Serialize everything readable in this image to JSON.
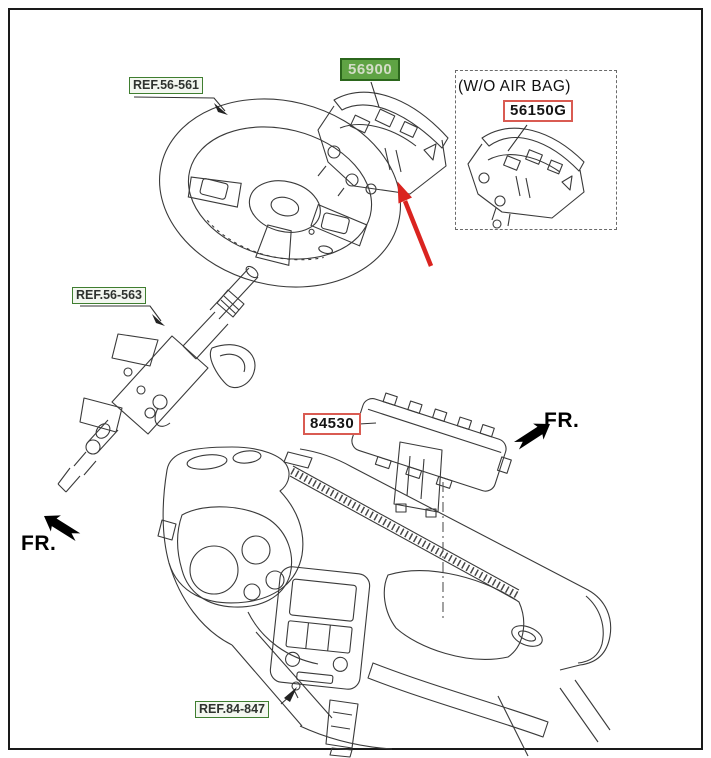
{
  "diagram": {
    "description": "vehicle air bag parts diagram",
    "labels": {
      "ref_56_561": "REF.56-561",
      "part_56900": "56900",
      "wo_air_bag": "(W/O AIR BAG)",
      "part_56150g": "56150G",
      "ref_56_563": "REF.56-563",
      "part_84530": "84530",
      "fr_right": "FR.",
      "fr_left": "FR.",
      "ref_84_847": "REF.84-847"
    },
    "colors": {
      "highlight_green_bg": "#5fa344",
      "highlight_green_border": "#2b661c",
      "highlight_green_text": "#d3ddc7",
      "ref_green_border": "#3f7e30",
      "ref_bg": "#f3f7f0",
      "ref_text": "#2f332f",
      "red_box_border": "#d95b52",
      "red_pointer": "#da2420",
      "line_art": "#3a3a3a",
      "frame": "#1a1a1a"
    }
  }
}
